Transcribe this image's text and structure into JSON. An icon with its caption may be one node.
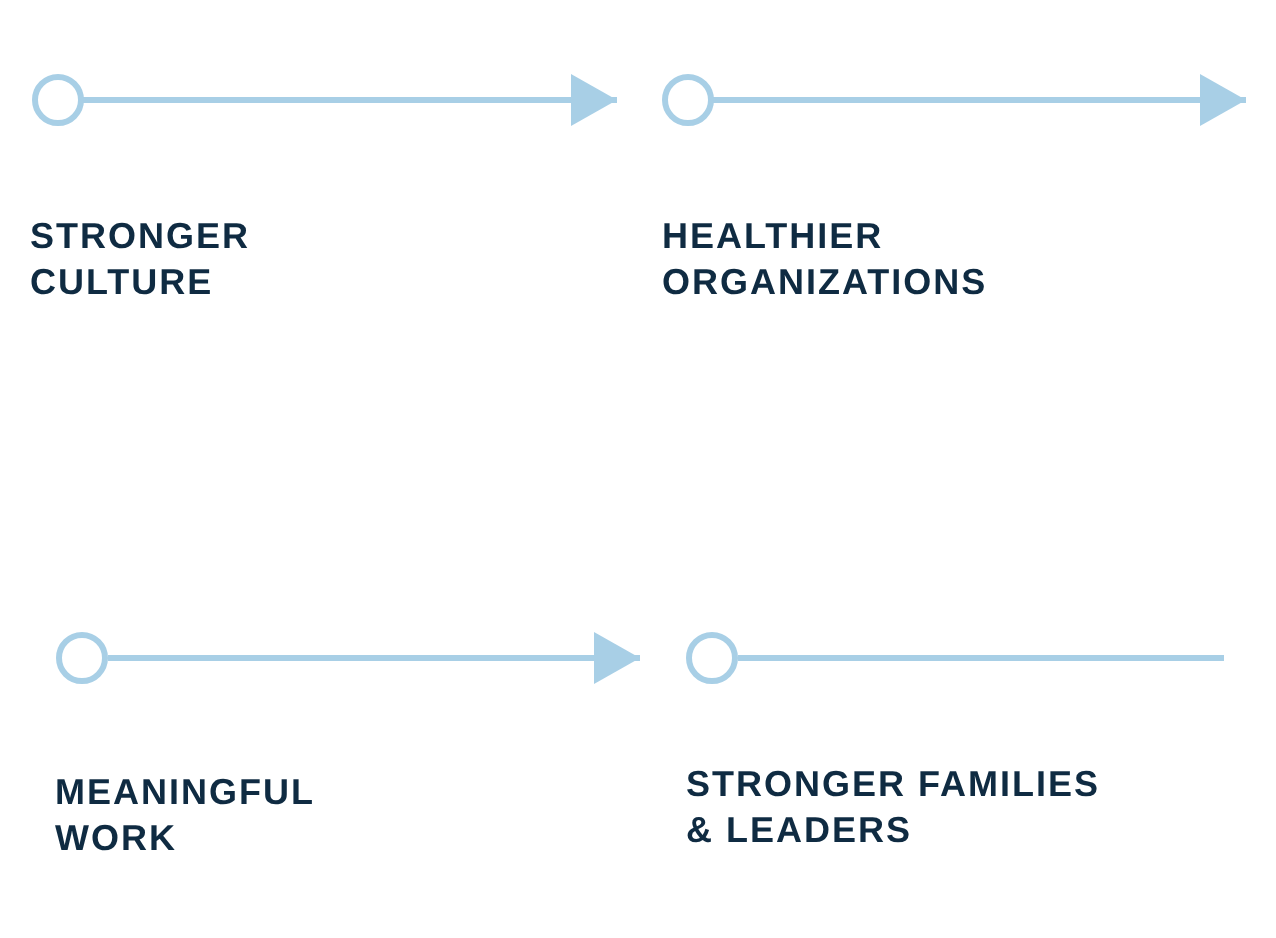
{
  "diagram": {
    "nodes": [
      {
        "text": [],
        "shape": "circle",
        "beside": [
          "STRONGER CULTURE"
        ]
      },
      {
        "text": [],
        "shape": "circle",
        "beside": [
          "HEALTHIER ORGANIZATIONS"
        ]
      },
      {
        "text": [],
        "shape": "circle",
        "beside": [
          "MEANINGFUL WORK"
        ]
      },
      {
        "text": [],
        "shape": "circle",
        "beside": [
          "STRONGER FAMILIES & LEADERS"
        ]
      }
    ],
    "edges": [
      {
        "from": 0,
        "to": 1,
        "arrow": "to"
      },
      {
        "from": 1,
        "to": null,
        "arrow": "to"
      },
      {
        "from": 2,
        "to": 3,
        "arrow": "to"
      },
      {
        "from": 3,
        "to": null,
        "arrow": "none"
      }
    ]
  }
}
